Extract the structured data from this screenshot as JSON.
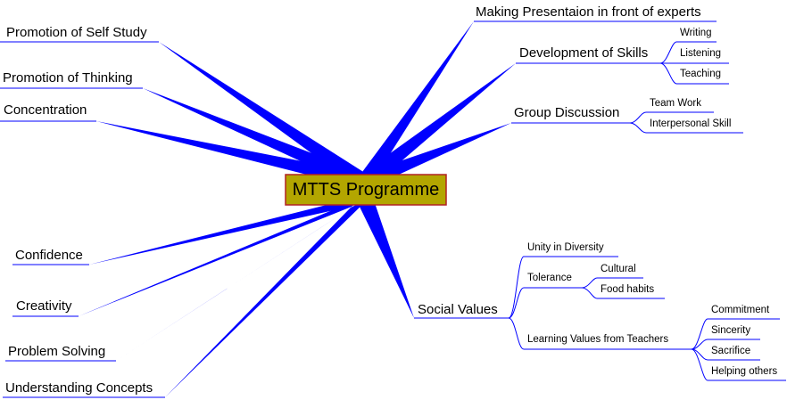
{
  "root": {
    "label": "MTTS Programme",
    "fill_color": "#b3a600",
    "border_color": "#b22222"
  },
  "colors": {
    "branch": "#0000ff",
    "text": "#000000",
    "background": "#ffffff"
  },
  "left_branches": [
    {
      "label": "Promotion of Self Study"
    },
    {
      "label": "Promotion of Thinking"
    },
    {
      "label": "Concentration"
    },
    {
      "label": "Confidence"
    },
    {
      "label": "Creativity"
    },
    {
      "label": "Problem Solving"
    },
    {
      "label": "Understanding Concepts"
    }
  ],
  "right_branches": [
    {
      "label": "Making Presentaion in front of experts",
      "children": []
    },
    {
      "label": "Development of Skills",
      "children": [
        {
          "label": "Writing"
        },
        {
          "label": "Listening"
        },
        {
          "label": "Teaching"
        }
      ]
    },
    {
      "label": "Group Discussion",
      "children": [
        {
          "label": "Team Work"
        },
        {
          "label": "Interpersonal Skill"
        }
      ]
    },
    {
      "label": "Social Values",
      "children": [
        {
          "label": "Unity in Diversity",
          "children": []
        },
        {
          "label": "Tolerance",
          "children": [
            {
              "label": "Cultural"
            },
            {
              "label": "Food habits"
            }
          ]
        },
        {
          "label": "Learning Values from Teachers",
          "children": [
            {
              "label": "Commitment"
            },
            {
              "label": "Sincerity"
            },
            {
              "label": "Sacrifice"
            },
            {
              "label": "Helping others"
            }
          ]
        }
      ]
    }
  ]
}
